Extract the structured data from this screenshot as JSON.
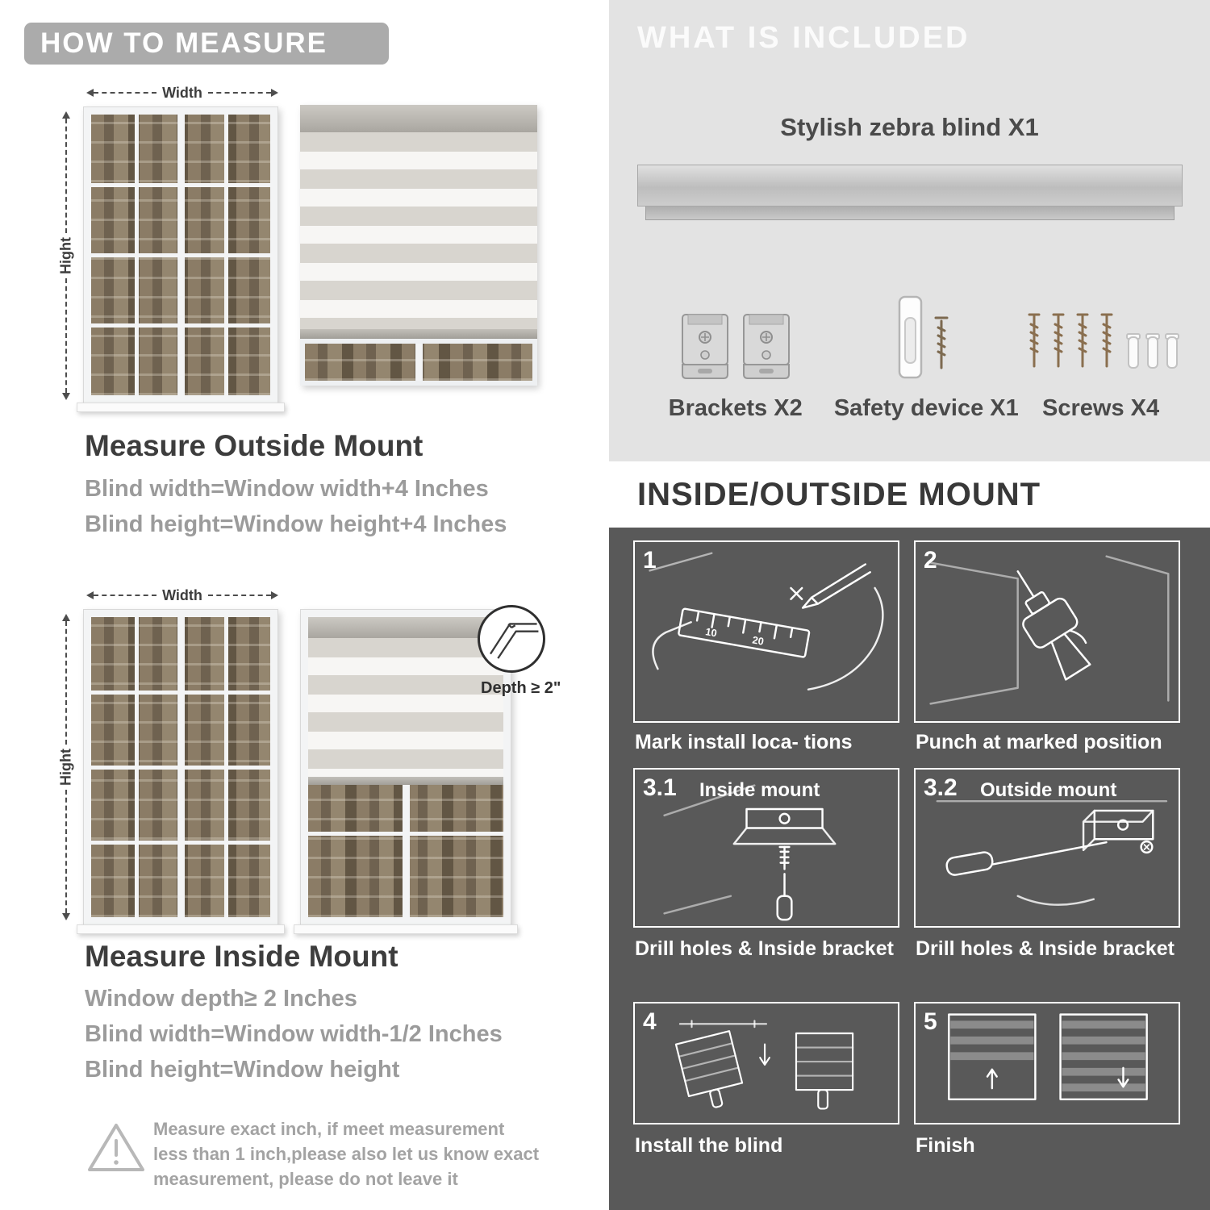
{
  "colors": {
    "badge_gray": "#ababab",
    "included_bg": "#e3e3e3",
    "mount_bg": "#595959",
    "heading_text": "#3d3d3d",
    "body_text": "#9b9b9b",
    "caption_text": "#ffffff"
  },
  "left": {
    "header": "HOW TO MEASURE",
    "outside_mount": {
      "width_label": "Width",
      "height_label": "Hight",
      "title": "Measure Outside Mount",
      "lines": [
        "Blind width=Window width+4 Inches",
        "Blind height=Window height+4 Inches"
      ]
    },
    "inside_mount": {
      "width_label": "Width",
      "height_label": "Hight",
      "depth_callout": "Depth ≥ 2\"",
      "title": "Measure Inside Mount",
      "lines": [
        "Window depth≥ 2 Inches",
        "Blind width=Window width-1/2 Inches",
        "Blind height=Window height"
      ]
    },
    "warning_text": "Measure exact inch, if meet measurement less than 1 inch,please also let us know exact measurement, please do not leave it"
  },
  "right": {
    "included": {
      "header": "WHAT IS INCLUDED",
      "product_title": "Stylish zebra blind X1",
      "items": [
        {
          "label": "Brackets X2"
        },
        {
          "label": "Safety device X1"
        },
        {
          "label": "Screws X4"
        }
      ]
    },
    "mount": {
      "header": "INSIDE/OUTSIDE MOUNT",
      "steps": [
        {
          "num": "1",
          "caption": "Mark install loca- tions",
          "ruler_marks": [
            "10",
            "20"
          ]
        },
        {
          "num": "2",
          "caption": "Punch at  marked position"
        },
        {
          "num": "3.1",
          "label": "Inside mount",
          "caption": "Drill holes &  Inside bracket"
        },
        {
          "num": "3.2",
          "label": "Outside mount",
          "caption": "Drill holes &  Inside bracket"
        },
        {
          "num": "4",
          "caption": "Install the blind"
        },
        {
          "num": "5",
          "caption": "Finish"
        }
      ]
    }
  }
}
